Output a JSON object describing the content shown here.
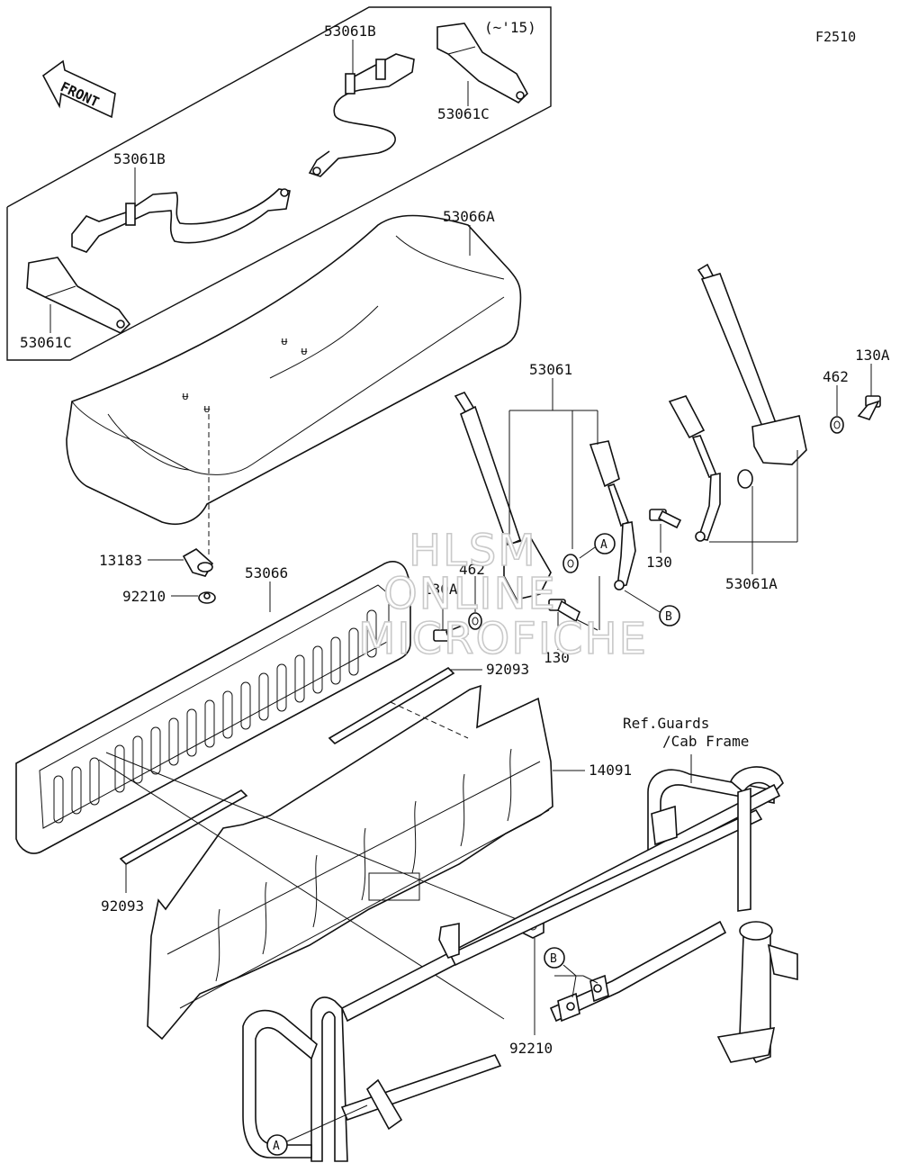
{
  "diagram_code": "F2510",
  "front_label": "FRONT",
  "note_year": "(~'15)",
  "parts": {
    "p53061B_top": "53061B",
    "p53061C_top": "53061C",
    "p53061B_left": "53061B",
    "p53061C_left": "53061C",
    "p53066A": "53066A",
    "p53061": "53061",
    "p130A_right": "130A",
    "p462_right": "462",
    "p13183": "13183",
    "p53066": "53066",
    "p92210_left": "92210",
    "p462_mid": "462",
    "p130A_mid": "130A",
    "p130_right": "130",
    "p130_mid": "130",
    "p53061A": "53061A",
    "p92093_top": "92093",
    "p14091": "14091",
    "p92093_left": "92093",
    "p92210_bottom": "92210"
  },
  "ref_text": {
    "line1": "Ref.Guards",
    "line2": "/Cab Frame"
  },
  "callouts": {
    "a1": "A",
    "b1": "B",
    "b2": "B",
    "a2": "A"
  },
  "watermark": {
    "line1": "HLSM",
    "line2": "ONLINE",
    "line3": "MICROFICHE"
  }
}
